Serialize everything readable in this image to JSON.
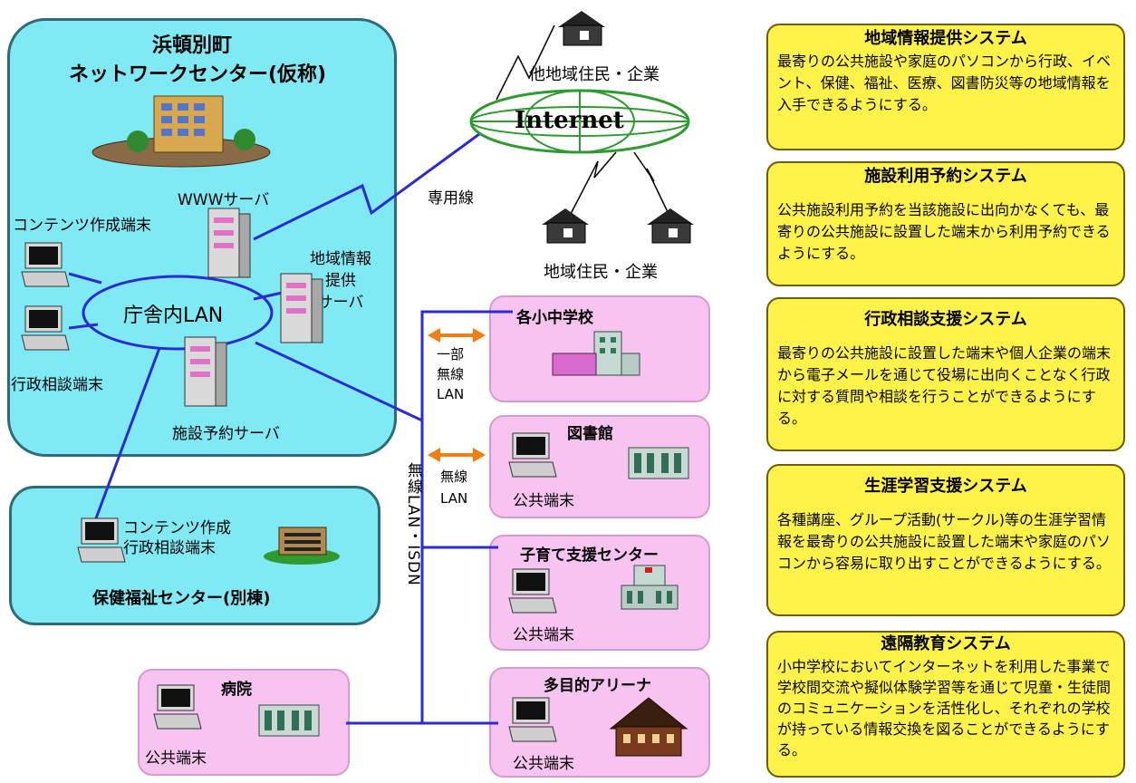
{
  "network_center": {
    "title_line1": "浜頓別町",
    "title_line2": "ネットワークセンター(仮称)"
  },
  "internet": {
    "label": "Internet",
    "other_region": "他地域住民・企業",
    "region": "地域住民・企業",
    "leased_line": "専用線"
  },
  "center_nodes": {
    "www_server": "WWWサーバ",
    "content_terminal": "コンテンツ作成端末",
    "lan": "庁舎内LAN",
    "region_server": "地域情報\n提供\nサーバ",
    "admin_terminal": "行政相談端末",
    "reservation_server": "施設予約サーバ"
  },
  "health_center": {
    "title": "保健福祉センター(別棟)",
    "terminal": "コンテンツ作成\n行政相談端末"
  },
  "hospital": {
    "title": "病院",
    "terminal": "公共端末"
  },
  "links": {
    "partial_wireless": "一部\n無線\nLAN",
    "wireless": "無線\nLAN",
    "backbone": "無線LAN・ISDN"
  },
  "facilities": [
    {
      "title": "各小中学校"
    },
    {
      "title": "図書館",
      "terminal": "公共端末"
    },
    {
      "title": "子育て支援センター",
      "terminal": "公共端末"
    },
    {
      "title": "多目的アリーナ",
      "terminal": "公共端末"
    }
  ],
  "services": [
    {
      "title": "地域情報提供システム",
      "desc": "最寄りの公共施設や家庭のパソコンから行政、イベント、保健、福祉、医療、図書防災等の地域情報を入手できるようにする。"
    },
    {
      "title": "施設利用予約システム",
      "desc": "公共施設利用予約を当該施設に出向かなくても、最寄りの公共施設に設置した端末から利用予約できるようにする。"
    },
    {
      "title": "行政相談支援システム",
      "desc": "最寄りの公共施設に設置した端末や個人企業の端末から電子メールを通じて役場に出向くことなく行政に対する質問や相談を行うことができるようにする。"
    },
    {
      "title": "生涯学習支援システム",
      "desc": "各種講座、グループ活動(サークル)等の生涯学習情報を最寄りの公共施設に設置した端末や家庭のパソコンから容易に取り出すことができるようにする。"
    },
    {
      "title": "遠隔教育システム",
      "desc": "小中学校においてインターネットを利用した事業で学校間交流や擬似体験学習等を通じて児童・生徒間のコミュニケーションを活性化し、それぞれの学校が持っている情報交換を図ることができるようにする。"
    }
  ],
  "colors": {
    "panel_cyan": "#7fe9f4",
    "panel_pink": "#f7c3f0",
    "service_yellow": "#fff34a",
    "link_blue": "#2b2bd6",
    "wireless_orange": "#f07f16",
    "globe_green": "#2f9a2f"
  }
}
